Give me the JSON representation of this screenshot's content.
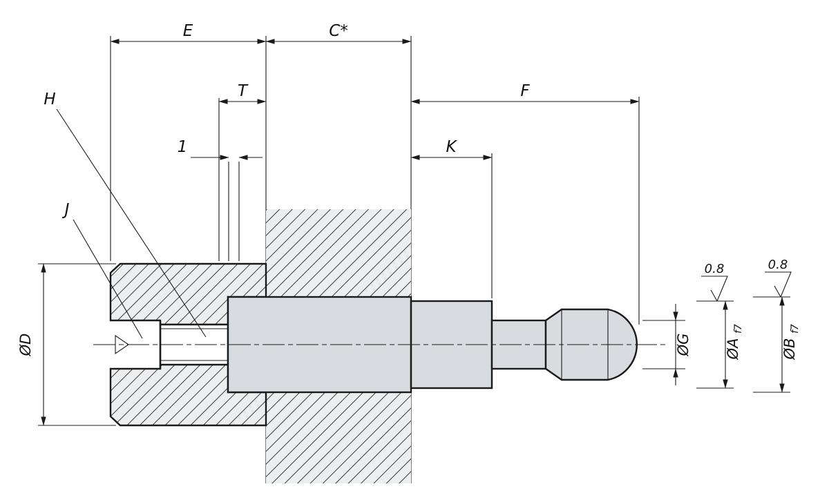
{
  "drawing": {
    "labels": {
      "e": "E",
      "c_star": "C*",
      "t": "T",
      "one": "1",
      "f": "F",
      "k": "K",
      "h": "H",
      "j": "J",
      "dia_d": "ØD",
      "dia_g": "ØG",
      "dia_a": "ØA",
      "dia_a_tol": "f7",
      "dia_b": "ØB",
      "dia_b_tol": "f7",
      "roughness_left": "0.8",
      "roughness_right": "0.8"
    },
    "colors": {
      "line": "#1a1a1a",
      "part_fill": "#d8dce0",
      "hatch_fill": "#eceef0"
    }
  }
}
